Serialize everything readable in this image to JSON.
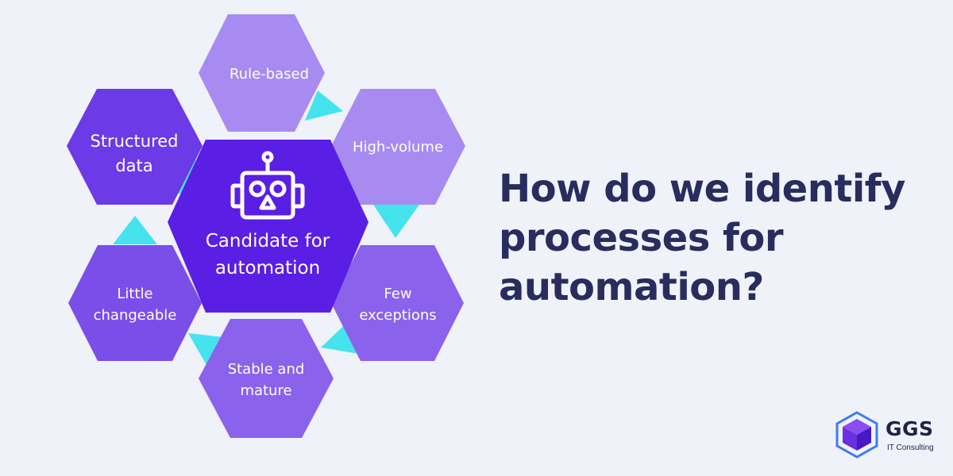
{
  "headline": {
    "line1": "How do we identify",
    "line2": "processes for",
    "line3": "automation?"
  },
  "center": {
    "line1": "Candidate for",
    "line2": "automation",
    "icon": "robot-icon"
  },
  "hexagons": {
    "rule_based": {
      "line1": "Rule-based"
    },
    "high_volume": {
      "line1": "High-volume"
    },
    "few_exceptions": {
      "line1": "Few",
      "line2": "exceptions"
    },
    "stable_mature": {
      "line1": "Stable and",
      "line2": "mature"
    },
    "little_changeable": {
      "line1": "Little",
      "line2": "changeable"
    },
    "structured_data": {
      "line1": "Structured",
      "line2": "data"
    }
  },
  "logo": {
    "name": "GGS",
    "subtitle": "IT Consulting",
    "icon": "cube-icon"
  },
  "colors": {
    "background": "#eff2f9",
    "center_hex": "#5b1ee4",
    "light_hex": "#a88bf0",
    "mid_hex": "#8a62ec",
    "dark_hex": "#6c3ae6",
    "connector": "#45e3ee",
    "headline": "#282d5e"
  }
}
